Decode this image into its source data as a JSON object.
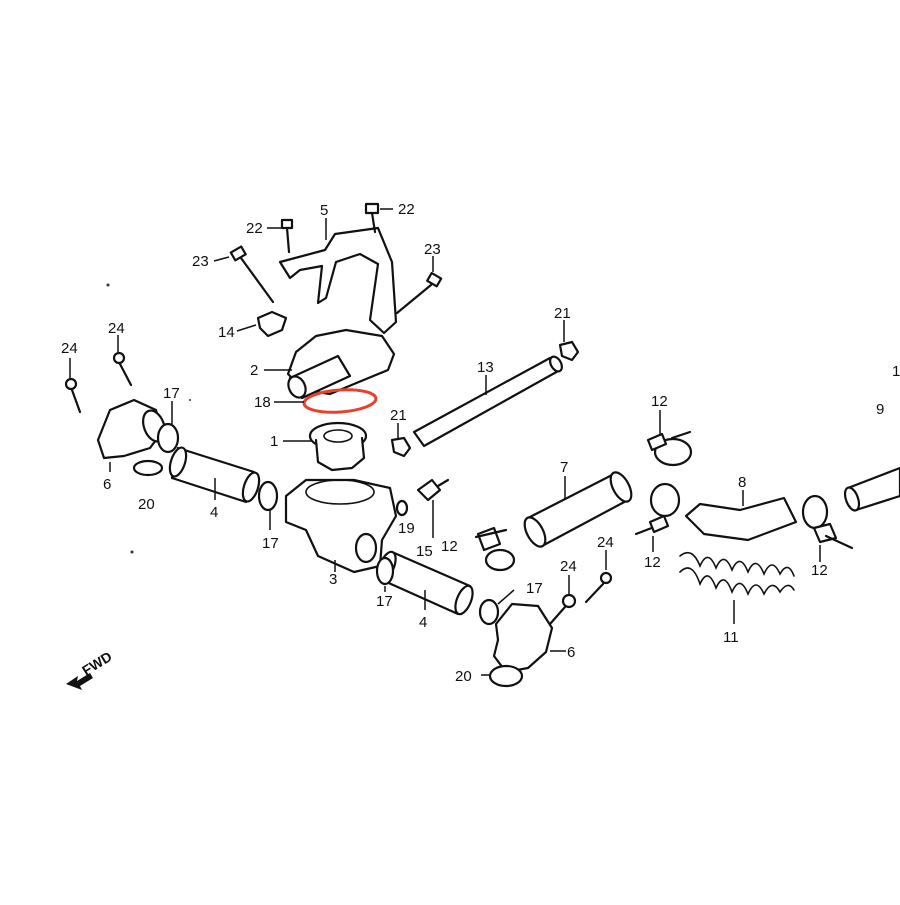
{
  "diagram": {
    "highlight_color": "#e8402a",
    "highlighted_part": "18",
    "direction_label": "FWD",
    "callouts": [
      {
        "id": "c-22-left",
        "label": "22"
      },
      {
        "id": "c-5",
        "label": "5"
      },
      {
        "id": "c-22-right",
        "label": "22"
      },
      {
        "id": "c-23-left",
        "label": "23"
      },
      {
        "id": "c-23-right",
        "label": "23"
      },
      {
        "id": "c-14",
        "label": "14"
      },
      {
        "id": "c-24-a",
        "label": "24"
      },
      {
        "id": "c-24-b",
        "label": "24"
      },
      {
        "id": "c-2",
        "label": "2"
      },
      {
        "id": "c-18",
        "label": "18"
      },
      {
        "id": "c-21-top",
        "label": "21"
      },
      {
        "id": "c-13",
        "label": "13"
      },
      {
        "id": "c-17-a",
        "label": "17"
      },
      {
        "id": "c-21-mid",
        "label": "21"
      },
      {
        "id": "c-1",
        "label": "1"
      },
      {
        "id": "c-12-top",
        "label": "12"
      },
      {
        "id": "c-6-left",
        "label": "6"
      },
      {
        "id": "c-20-left",
        "label": "20"
      },
      {
        "id": "c-4-left",
        "label": "4"
      },
      {
        "id": "c-7",
        "label": "7"
      },
      {
        "id": "c-8",
        "label": "8"
      },
      {
        "id": "c-17-b",
        "label": "17"
      },
      {
        "id": "c-19",
        "label": "19"
      },
      {
        "id": "c-15",
        "label": "15"
      },
      {
        "id": "c-12-b",
        "label": "12"
      },
      {
        "id": "c-12-c",
        "label": "12"
      },
      {
        "id": "c-12-d",
        "label": "12"
      },
      {
        "id": "c-3",
        "label": "3"
      },
      {
        "id": "c-24-c",
        "label": "24"
      },
      {
        "id": "c-24-d",
        "label": "24"
      },
      {
        "id": "c-17-c",
        "label": "17"
      },
      {
        "id": "c-17-d",
        "label": "17"
      },
      {
        "id": "c-4-right",
        "label": "4"
      },
      {
        "id": "c-6-right",
        "label": "6"
      },
      {
        "id": "c-20-right",
        "label": "20"
      },
      {
        "id": "c-11",
        "label": "11"
      },
      {
        "id": "c-edge-1",
        "label": "1"
      },
      {
        "id": "c-edge-9",
        "label": "9"
      }
    ]
  }
}
